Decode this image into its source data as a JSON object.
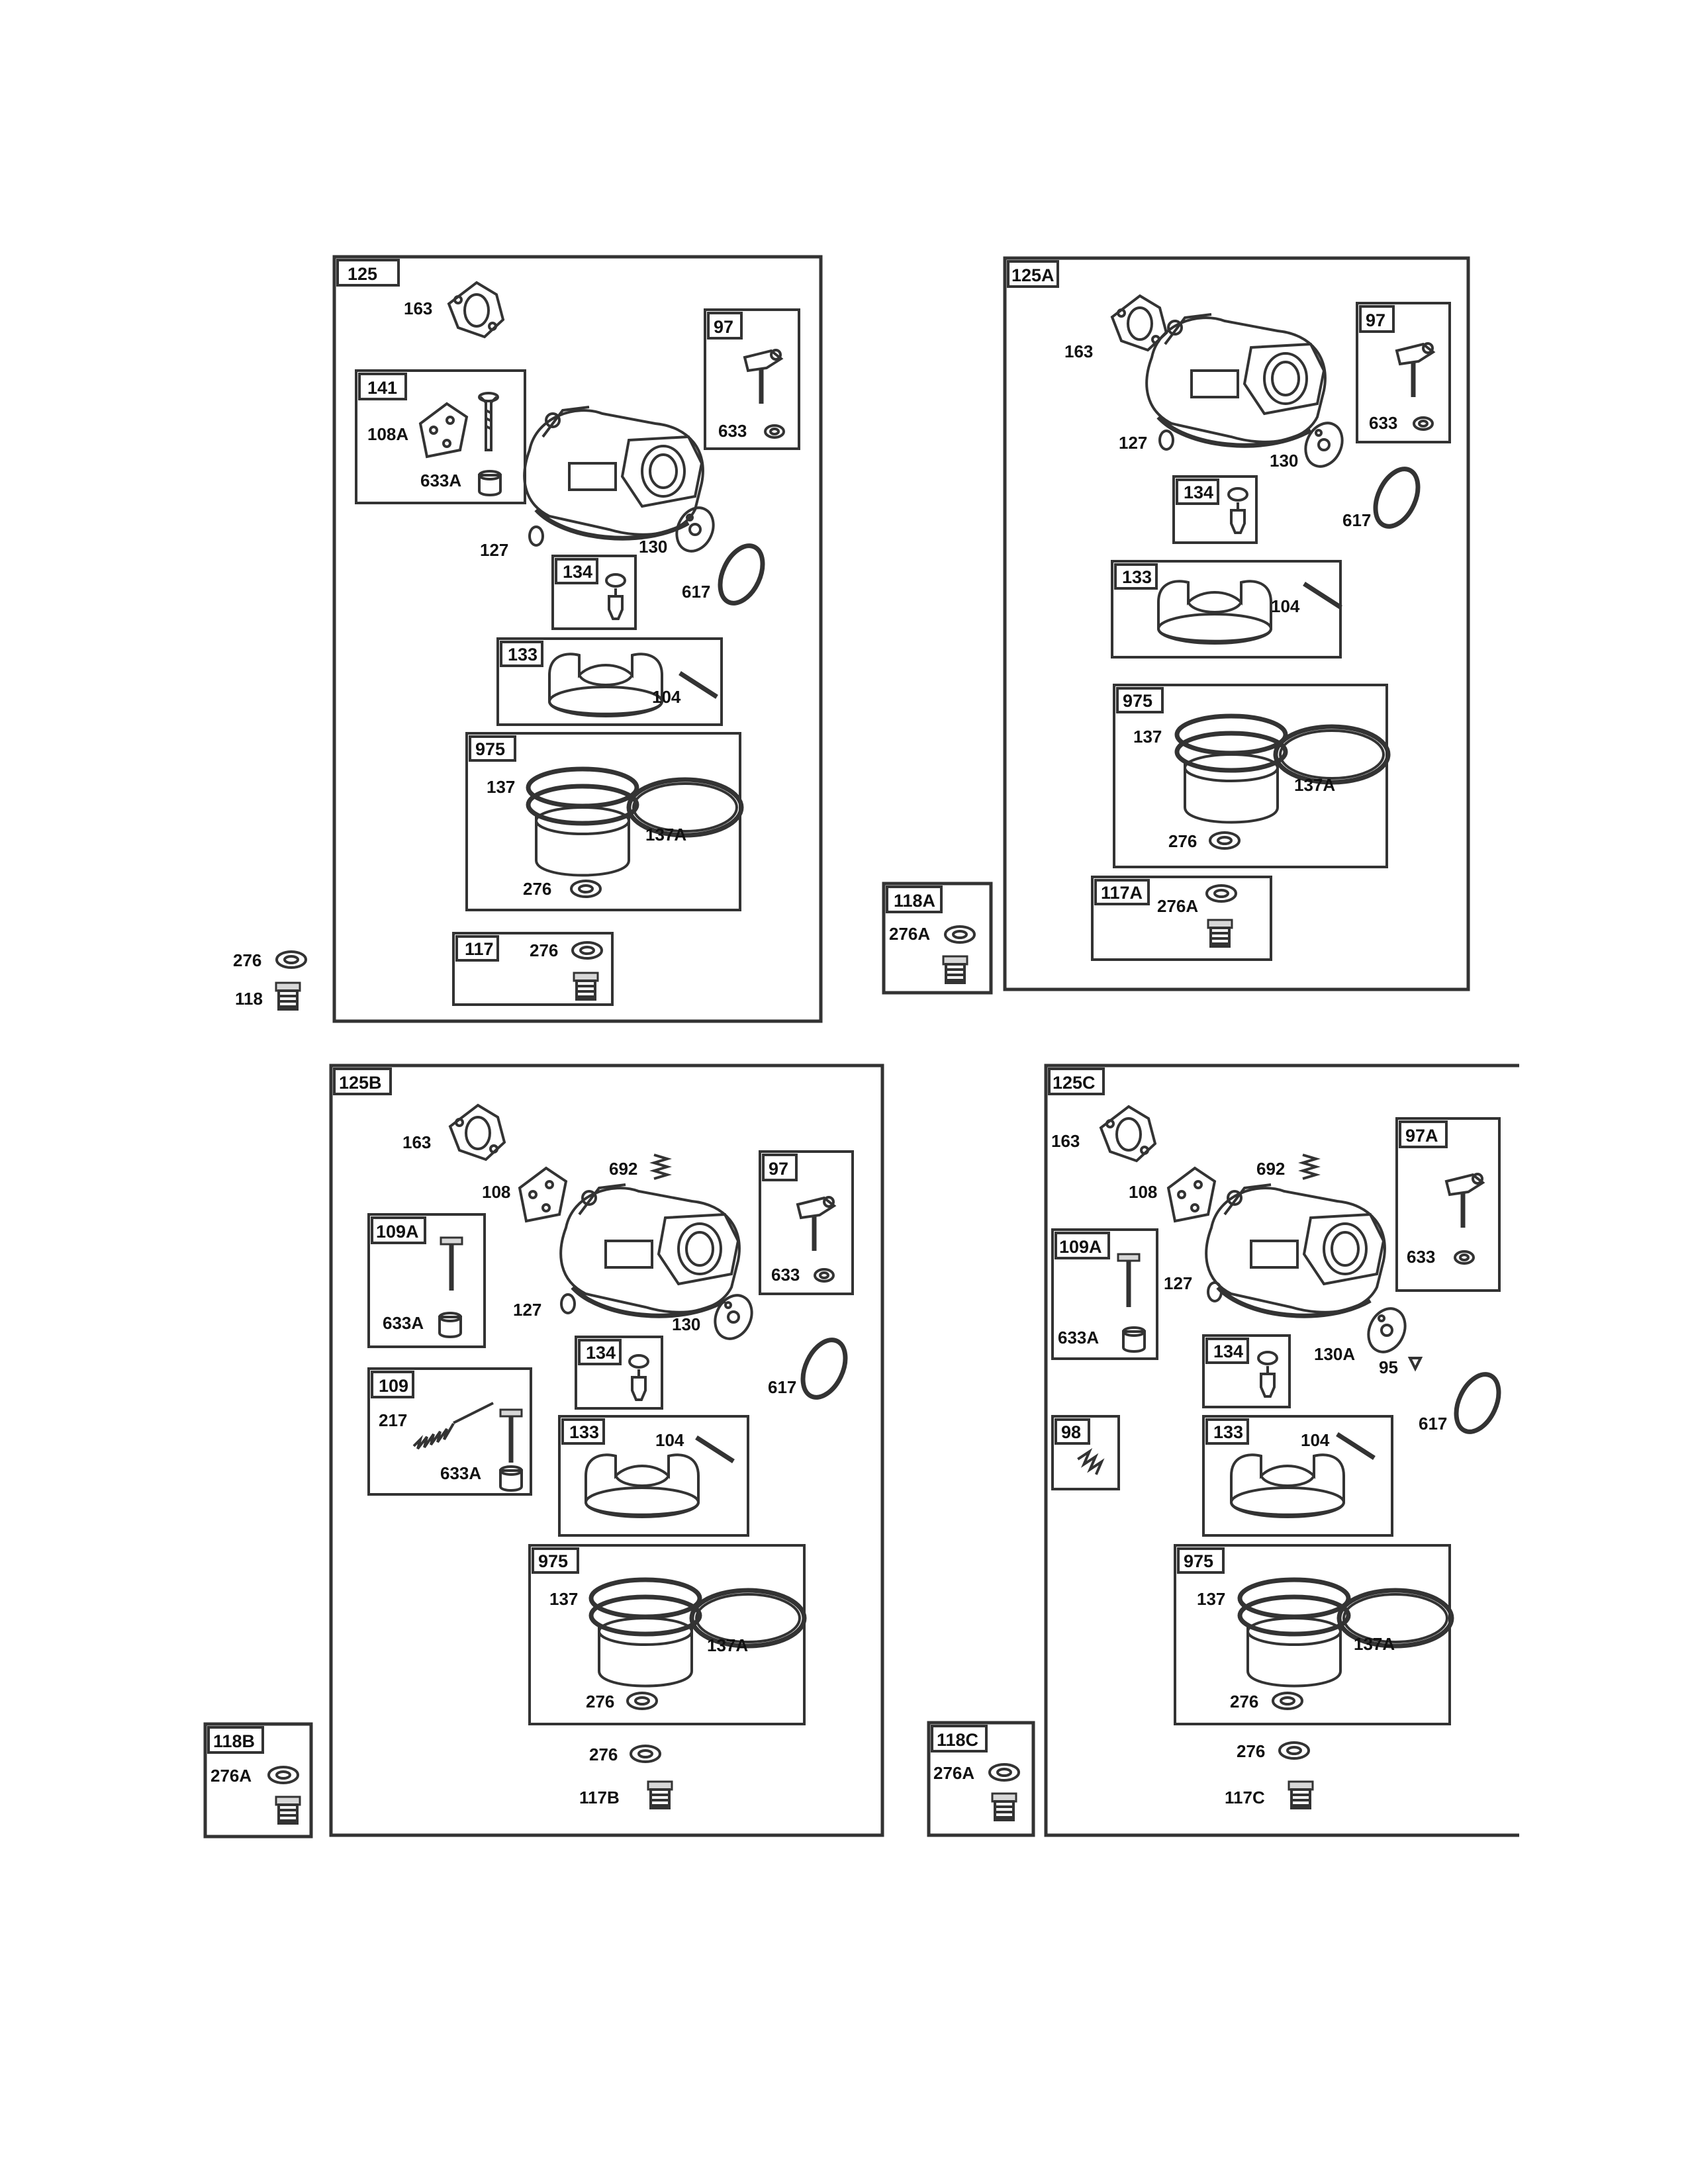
{
  "diagram": {
    "kit_125": {
      "tag": "125",
      "parts": {
        "p163": "163",
        "p141": "141",
        "p108A": "108A",
        "p633A": "633A",
        "p97": "97",
        "p633": "633",
        "p127": "127",
        "p130": "130",
        "p134": "134",
        "p617": "617",
        "p133": "133",
        "p104": "104",
        "p975": "975",
        "p137": "137",
        "p137A": "137A",
        "p276": "276",
        "p117": "117",
        "p117_276": "276"
      }
    },
    "kit_125A": {
      "tag": "125A",
      "parts": {
        "p163": "163",
        "p97": "97",
        "p633": "633",
        "p127": "127",
        "p130": "130",
        "p134": "134",
        "p617": "617",
        "p133": "133",
        "p104": "104",
        "p975": "975",
        "p137": "137",
        "p137A": "137A",
        "p276": "276",
        "p117A": "117A",
        "p276A": "276A"
      }
    },
    "kit_125B": {
      "tag": "125B",
      "parts": {
        "p163": "163",
        "p108": "108",
        "p692": "692",
        "p97": "97",
        "p109A": "109A",
        "p633A": "633A",
        "p127": "127",
        "p130": "130",
        "p633": "633",
        "p134": "134",
        "p617": "617",
        "p109": "109",
        "p217": "217",
        "p633A_2": "633A",
        "p133": "133",
        "p104": "104",
        "p975": "975",
        "p137": "137",
        "p137A": "137A",
        "p276": "276",
        "p276_loose": "276",
        "p117B": "117B"
      }
    },
    "kit_125C": {
      "tag": "125C",
      "parts": {
        "p163": "163",
        "p108": "108",
        "p692": "692",
        "p97A": "97A",
        "p633": "633",
        "p109A": "109A",
        "p127": "127",
        "p633A": "633A",
        "p134": "134",
        "p130A": "130A",
        "p95": "95",
        "p98": "98",
        "p617": "617",
        "p133": "133",
        "p104": "104",
        "p975": "975",
        "p137": "137",
        "p137A": "137A",
        "p276": "276",
        "p276_loose": "276",
        "p117C": "117C"
      }
    },
    "loose_top_left": {
      "p276": "276",
      "p118": "118"
    },
    "kit_118A": {
      "tag": "118A",
      "p276A": "276A"
    },
    "kit_118B": {
      "tag": "118B",
      "p276A": "276A"
    },
    "kit_118C": {
      "tag": "118C",
      "p276A": "276A"
    }
  }
}
